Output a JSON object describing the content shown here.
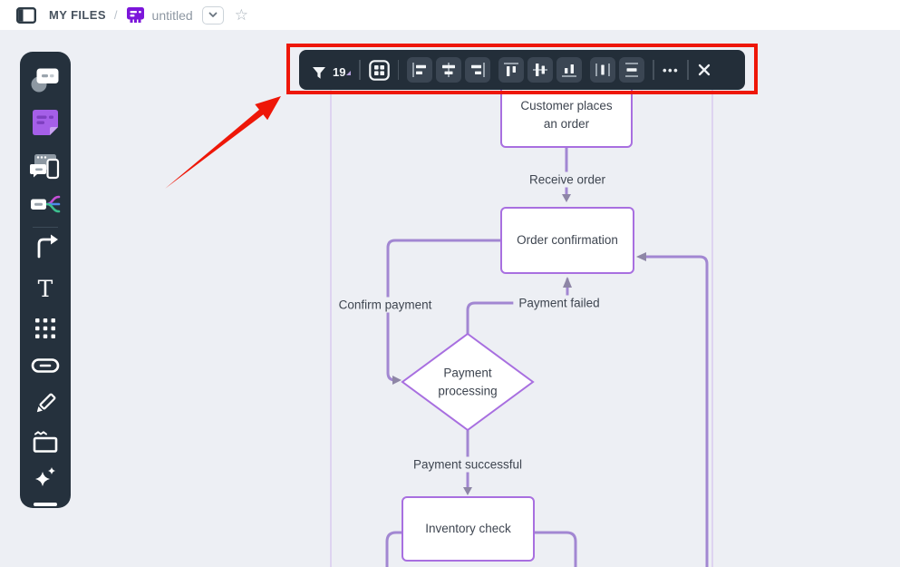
{
  "header": {
    "breadcrumb_root": "MY FILES",
    "separator": "/",
    "doc_title": "untitled"
  },
  "toolbar": {
    "selection_count": "19",
    "more_glyph": "•••"
  },
  "sidebar": {
    "text_tool_glyph": "T"
  },
  "canvas": {
    "nodes": {
      "start": {
        "label": "Customer places an order"
      },
      "confirmation": {
        "label": "Order confirmation"
      },
      "processing": {
        "label": "Payment processing"
      },
      "inventory": {
        "label": "Inventory check"
      }
    },
    "edges": {
      "receive": "Receive order",
      "confirm": "Confirm payment",
      "failed": "Payment failed",
      "success": "Payment successful"
    }
  },
  "icons": {
    "star": "☆"
  },
  "colors": {
    "shape_border": "#a86fe0",
    "connector": "#a287d2",
    "arrowhead": "#8e86a6",
    "frame_guide": "#ded3f0",
    "toolbar_bg": "#232e39",
    "annotation_red": "#ee1708",
    "board_icon_purple": "#7c16da",
    "sticky_purple": "#a55fe8"
  }
}
